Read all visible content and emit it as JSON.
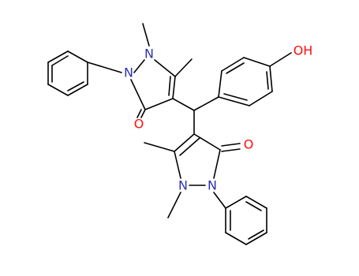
{
  "colors": {
    "bond": "#000000",
    "carbon": "#000000",
    "nitrogen": "#2c32b4",
    "oxygen": "#ff0d0d",
    "background": "#ffffff"
  },
  "atom_labels": {
    "n1_top": "N",
    "n2_top": "N",
    "o_top": "O",
    "n1_bottom": "N",
    "n2_bottom": "N",
    "o_bottom": "O",
    "oh": "OH"
  }
}
